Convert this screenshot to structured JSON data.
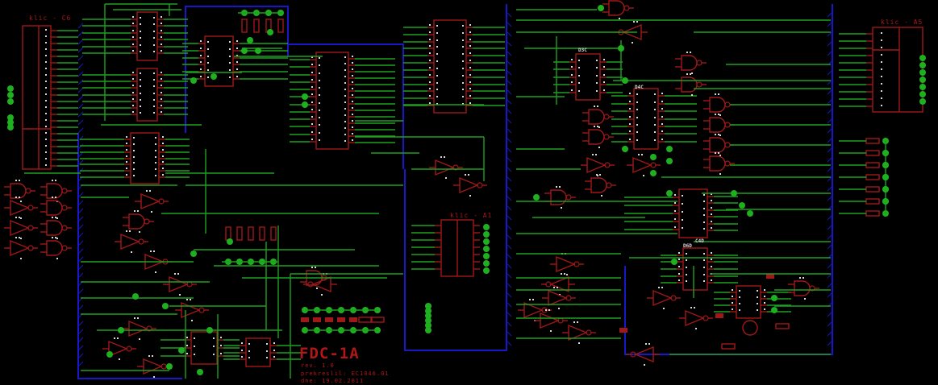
{
  "schematic": {
    "title": "FDC-1A",
    "revision": "rev. 1.0",
    "redrawn_from": "prekreslil: EC1046.01",
    "date": "dne: 19.02.2011"
  },
  "connectors": [
    {
      "id": "klic-c6",
      "label": "klic - C6"
    },
    {
      "id": "klic-a5",
      "label": "klic - A5"
    },
    {
      "id": "klic-a1",
      "label": "klic - A1"
    }
  ],
  "part_labels": [
    {
      "id": "d3c",
      "label": "D3C"
    },
    {
      "id": "d4c",
      "label": "D4C"
    },
    {
      "id": "c4d",
      "label": "C4D"
    },
    {
      "id": "d6d",
      "label": "D6D"
    }
  ],
  "colors": {
    "background": "#000000",
    "wire": "#1fa01f",
    "junction": "#1fb01f",
    "component": "#a01818",
    "bus": "#1818c8",
    "pin_text": "#d8d8d8"
  }
}
